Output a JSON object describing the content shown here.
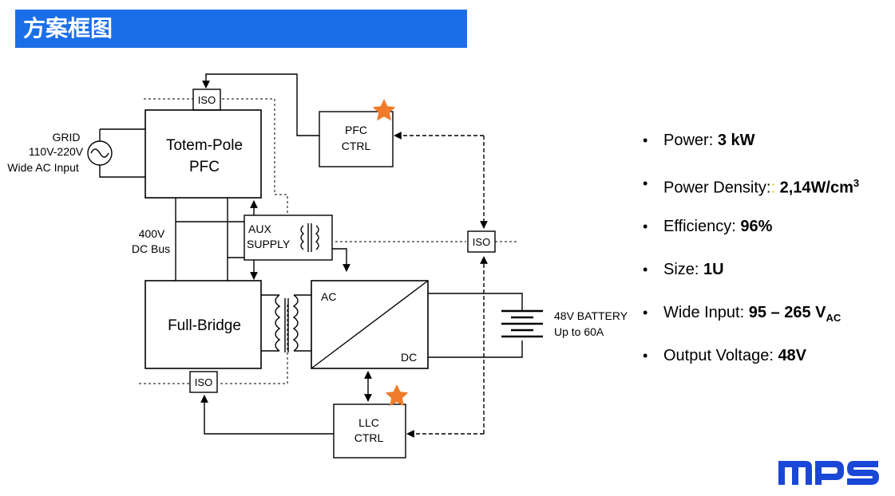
{
  "title": "方案框图",
  "diagram": {
    "grid_label_1": "GRID",
    "grid_label_2": "110V-220V",
    "grid_label_3": "Wide AC Input",
    "pfc_block_1": "Totem-Pole",
    "pfc_block_2": "PFC",
    "iso_top": "ISO",
    "pfc_ctrl_1": "PFC",
    "pfc_ctrl_2": "CTRL",
    "dc_bus_1": "400V",
    "dc_bus_2": "DC Bus",
    "aux_1": "AUX",
    "aux_2": "SUPPLY",
    "iso_mid": "ISO",
    "full_bridge": "Full-Bridge",
    "rect_ac": "AC",
    "rect_dc": "DC",
    "battery_1": "48V BATTERY",
    "battery_2": "Up to 60A",
    "iso_bottom": "ISO",
    "llc_ctrl_1": "LLC",
    "llc_ctrl_2": "CTRL"
  },
  "specs": [
    {
      "label": "Power: ",
      "value": "3 kW"
    },
    {
      "label": "Power Density:",
      "sep": ":",
      "value": " 2,14W/cm",
      "sup": "3"
    },
    {
      "label": "Efficiency: ",
      "value": "96%"
    },
    {
      "label": "Size: ",
      "value": "1U"
    },
    {
      "label": "Wide Input: ",
      "value": "95 – 265 V",
      "sub": "AC"
    },
    {
      "label": "Output Voltage: ",
      "value": "48V"
    }
  ],
  "bullet": "•",
  "logo": "MPS",
  "colors": {
    "title_bar": "#1a6fe8",
    "star": "#f07b2a",
    "logo": "#1a47d6"
  }
}
